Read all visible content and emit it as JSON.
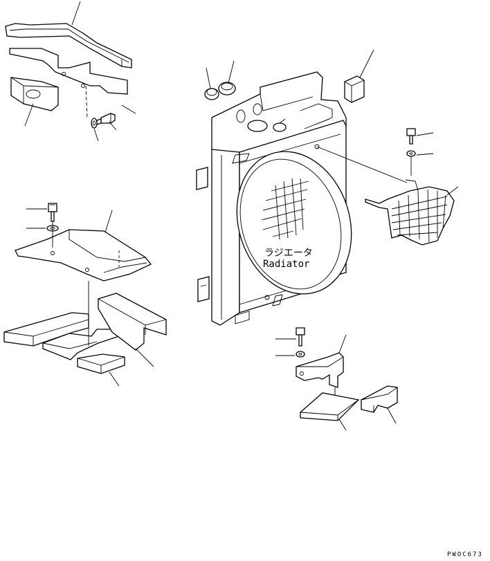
{
  "diagram": {
    "core_label_jp": "ラジエータ",
    "core_label_en": "Radiator",
    "drawing_code": "PWOC673"
  }
}
